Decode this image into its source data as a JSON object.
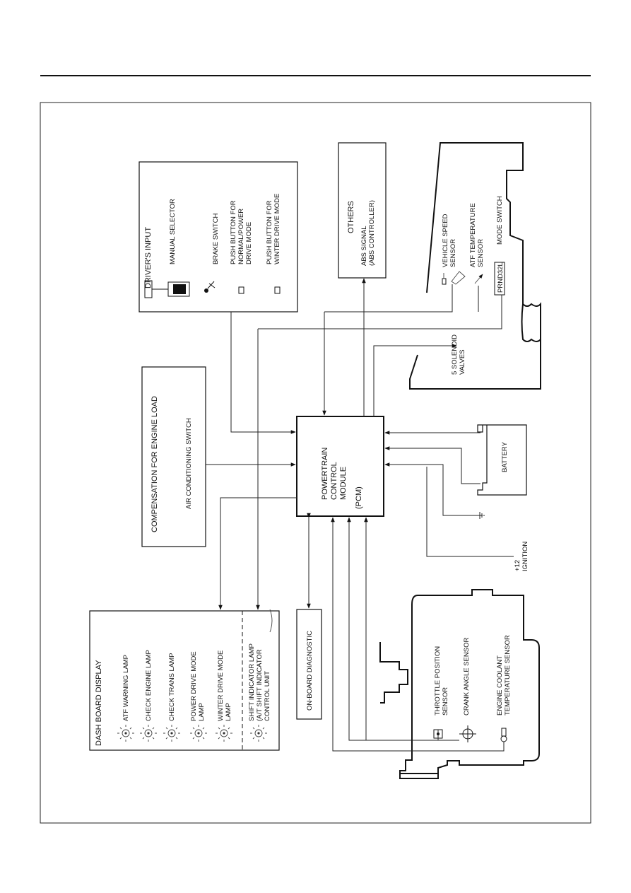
{
  "dash_board_display": {
    "title": "DASH BOARD DISPLAY",
    "lamps": [
      "ATF WARNING LAMP",
      "CHECK ENGINE LAMP",
      "CHECK TRANS LAMP"
    ],
    "power_drive_lamp": [
      "POWER DRIVE MODE",
      "LAMP"
    ],
    "winter_drive_lamp": [
      "WINTER DRIVE MODE",
      "LAMP"
    ],
    "shift_indicator": [
      "SHIFT INDICATOR LAMP",
      "(A/T SHIFT INDICATOR",
      "CONTROL UNIT"
    ]
  },
  "compensation": {
    "title": "COMPENSATION FOR ENGINE LOAD",
    "item": "AIR CONDITIONING SWITCH"
  },
  "pcm": {
    "lines": [
      "POWERTRAIN",
      "CONTROL",
      "MODULE",
      "(PCM)"
    ]
  },
  "on_board_diagnostic": "ON-BOARD DIAGNOSTIC",
  "ignition": [
    "+12",
    "IGNITION"
  ],
  "battery": "BATTERY",
  "drivers_input": {
    "title": "DRIVER'S INPUT",
    "manual_selector": "MANUAL SELECTOR",
    "brake_switch": "BRAKE SWITCH",
    "push_normal": [
      "PUSH BUTTON FOR",
      "NORMAL/POWER",
      "DRIVE MODE"
    ],
    "push_winter": [
      "PUSH BUTTON FOR",
      "WINTER DRIVE MODE"
    ]
  },
  "others": {
    "title": "OTHERS",
    "item": [
      "ABS SIGNAL",
      "(ABS CONTROLLER)"
    ]
  },
  "transmission": {
    "vehicle_speed": [
      "VEHICLE SPEED",
      "SENSOR"
    ],
    "atf_temp": [
      "ATF TEMPERATURE",
      "SENSOR"
    ],
    "mode_switch": "MODE SWITCH",
    "mode_code": "PRND32L",
    "solenoid": [
      "5 SOLENOID",
      "VALVES"
    ]
  },
  "engine": {
    "throttle": [
      "THROTTLE POSITION",
      "SENSOR"
    ],
    "crank": "CRANK ANGLE SENSOR",
    "coolant": [
      "ENGINE COOLANT",
      "TEMPERATURE SENSOR"
    ]
  }
}
